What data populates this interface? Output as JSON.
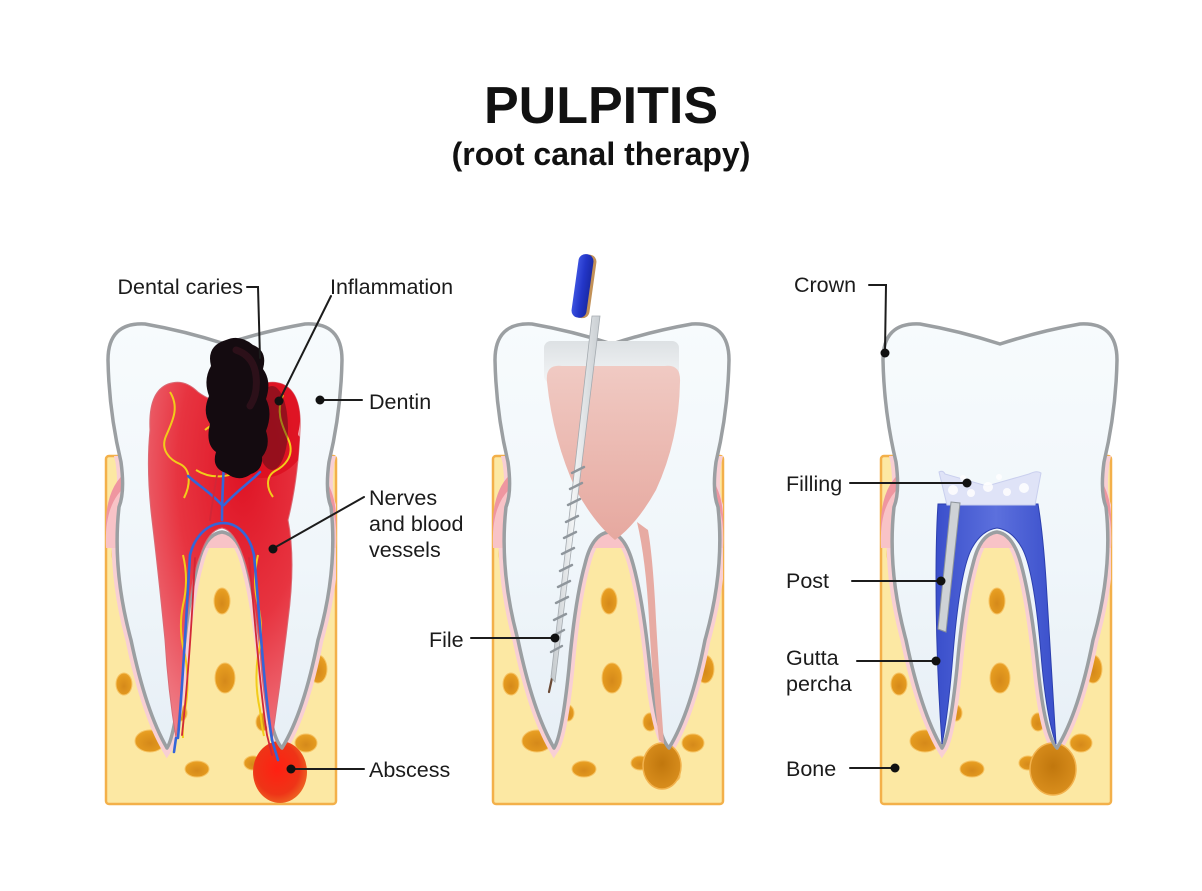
{
  "title": {
    "main": "PULPITIS",
    "subtitle": "(root canal therapy)"
  },
  "labels": {
    "dental_caries": "Dental caries",
    "inflammation": "Inflammation",
    "dentin": "Dentin",
    "nerves": "Nerves\nand blood\nvessels",
    "abscess": "Abscess",
    "file": "File",
    "crown": "Crown",
    "filling": "Filling",
    "post": "Post",
    "gutta_percha": "Gutta\npercha",
    "bone": "Bone"
  },
  "figure": {
    "panels": [
      {
        "name": "diseased-tooth",
        "callouts": [
          "Dental caries",
          "Inflammation",
          "Dentin",
          "Nerves and blood vessels",
          "Abscess"
        ]
      },
      {
        "name": "root-canal-cleaning",
        "callouts": [
          "File"
        ]
      },
      {
        "name": "restored-tooth",
        "callouts": [
          "Crown",
          "Filling",
          "Post",
          "Gutta percha",
          "Bone"
        ]
      }
    ]
  },
  "colors": {
    "background": "#ffffff",
    "label_text": "#1b1b1b",
    "tooth_outline": "#9b9fa2",
    "enamel": "#f3f8fb",
    "pulp_inflamed": "#e21b2a",
    "caries": "#140b10",
    "gum_pink": "#f8c3c7",
    "gum_rim": "#ef96a0",
    "ligament": "#f8cfd4",
    "bone_fill": "#fce8a3",
    "bone_border": "#f3b04a",
    "bone_spot": "#e49a1f",
    "abscess_red": "#fe2012",
    "file_handle_blue": "#2b40d4",
    "file_metal": "#dfe3e6",
    "pulp_chamber_pink": "#ecc0b9",
    "filling_lavender": "#dfe3f7",
    "gutta_percha_blue": "#4055cf",
    "post_gray": "#ced2d6",
    "healed_lesion_orange": "#d98e1d"
  }
}
